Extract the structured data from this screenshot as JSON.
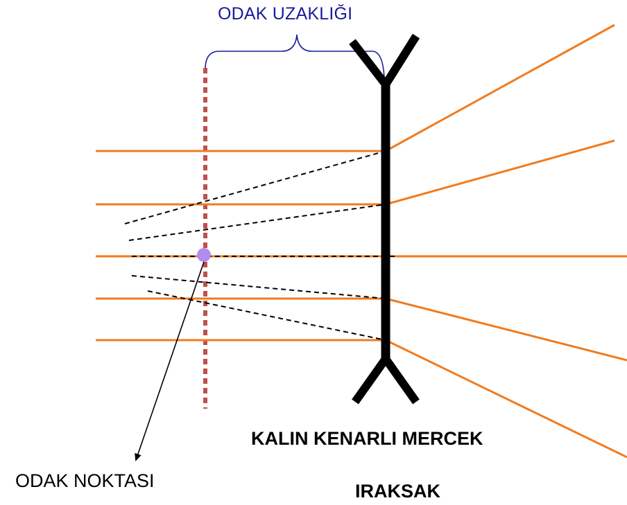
{
  "labels": {
    "focal_length": "ODAK UZAKLIĞI",
    "lens_name": "KALIN KENARLI MERCEK",
    "lens_type": "IRAKSAK",
    "focal_point": "ODAK NOKTASI"
  },
  "colors": {
    "ray": "#f07b1f",
    "construction_line": "#000000",
    "lens": "#000000",
    "focal_plane": "#c0504d",
    "focal_point": "#b38cf0",
    "bracket": "#1a1a9e"
  }
}
